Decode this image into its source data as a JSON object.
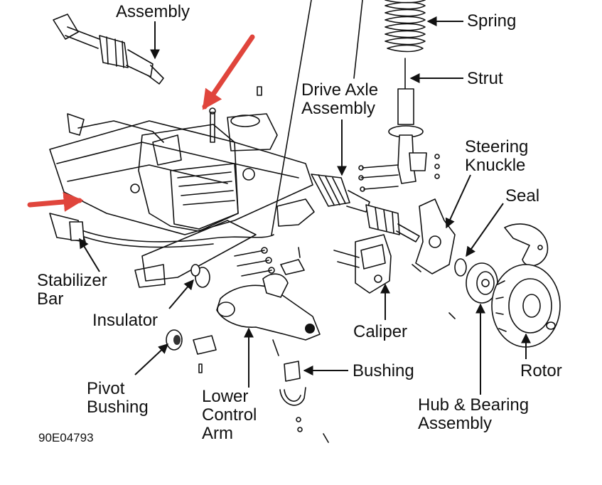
{
  "diagram": {
    "figure_code": "90E04793",
    "accent_color": "#e0453c",
    "line_color": "#111111",
    "labels": {
      "assembly_top": "Assembly",
      "spring": "Spring",
      "strut": "Strut",
      "drive_axle": [
        "Drive Axle",
        "Assembly"
      ],
      "steering_knuckle": [
        "Steering",
        "Knuckle"
      ],
      "seal": "Seal",
      "stabilizer_bar": [
        "Stabilizer",
        "Bar"
      ],
      "insulator": "Insulator",
      "caliper": "Caliper",
      "bushing": "Bushing",
      "rotor": "Rotor",
      "pivot_bushing": [
        "Pivot",
        "Bushing"
      ],
      "lower_control_arm": [
        "Lower",
        "Control",
        "Arm"
      ],
      "hub_bearing": [
        "Hub & Bearing",
        "Assembly"
      ]
    }
  }
}
